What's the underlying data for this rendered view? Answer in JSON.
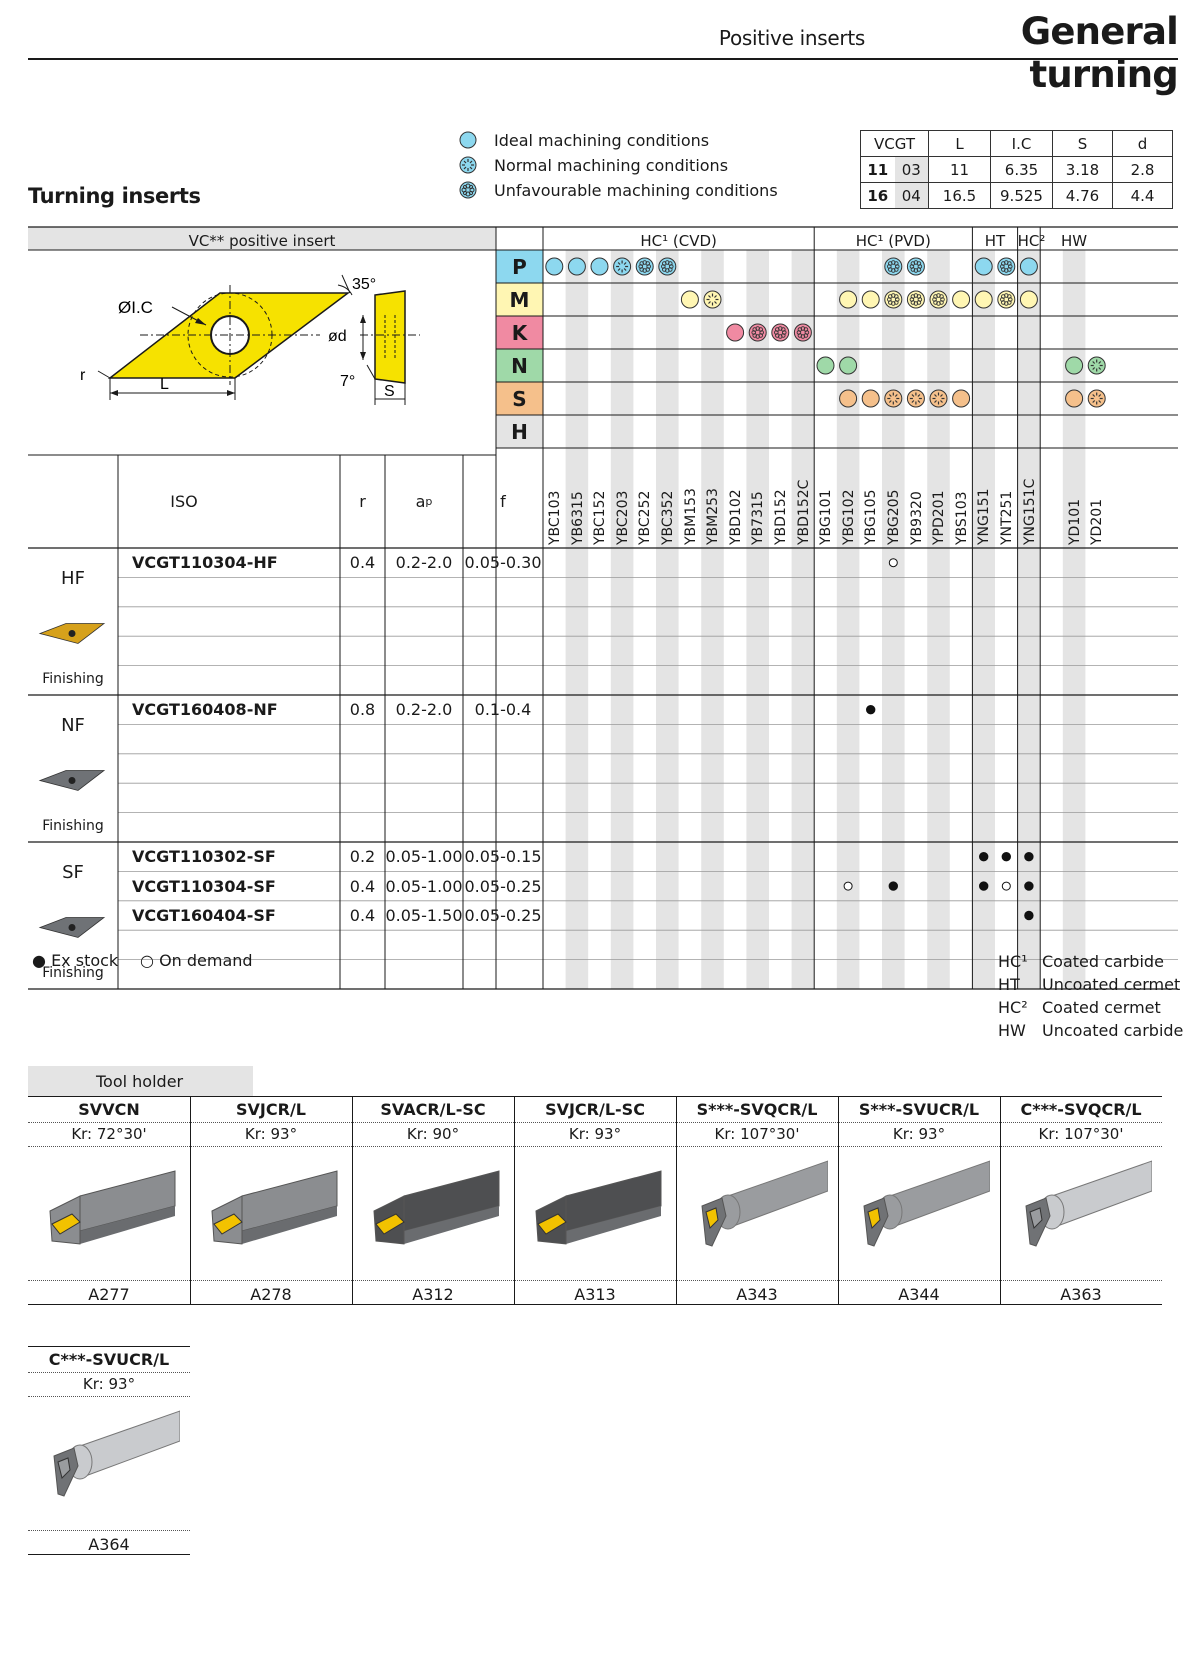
{
  "header": {
    "subtitle": "Positive inserts",
    "title": "General turning"
  },
  "section_title": "Turning inserts",
  "legend": [
    {
      "icon": "circle-plain",
      "label": "Ideal machining conditions"
    },
    {
      "icon": "circle-sun",
      "label": "Normal machining conditions"
    },
    {
      "icon": "circle-flower",
      "label": "Unfavourable machining conditions"
    }
  ],
  "dimensions": {
    "headers": [
      "VCGT",
      "L",
      "I.C",
      "S",
      "d"
    ],
    "rows": [
      {
        "code_a": "11",
        "code_b": "03",
        "L": "11",
        "IC": "6.35",
        "S": "3.18",
        "d": "2.8"
      },
      {
        "code_a": "16",
        "code_b": "04",
        "L": "16.5",
        "IC": "9.525",
        "S": "4.76",
        "d": "4.4"
      }
    ]
  },
  "insert_panel": {
    "title": "VC** positive insert",
    "labels": {
      "ic": "ØI.C",
      "angle": "35°",
      "d": "ød",
      "clearance": "7°",
      "r": "r",
      "L": "L",
      "S": "S"
    }
  },
  "families": [
    {
      "label": "HC¹ (CVD)"
    },
    {
      "label": "HC¹ (PVD)"
    },
    {
      "label": "HT"
    },
    {
      "label": "HC²"
    },
    {
      "label": "HW"
    }
  ],
  "grades": [
    "YBC103",
    "YB6315",
    "YBC152",
    "YBC203",
    "YBC252",
    "YBC352",
    "YBM153",
    "YBM253",
    "YBD102",
    "YB7315",
    "YBD152",
    "YBD152C",
    "YBG101",
    "YBG102",
    "YBG105",
    "YBG205",
    "YB9320",
    "YPD201",
    "YBS103",
    "YNG151",
    "YNT251",
    "YNG151C",
    "",
    "YD101",
    "YD201"
  ],
  "colors": {
    "P": "#8dd8ef",
    "M": "#fff6b3",
    "K": "#f08aa2",
    "N": "#9fd9a8",
    "S": "#f5c08b",
    "H": "#e4e4e4",
    "yellow_insert": "#f6e200",
    "grey": "#e4e4e4"
  },
  "materials": [
    {
      "letter": "P",
      "marks": [
        [
          0,
          "plain"
        ],
        [
          1,
          "plain"
        ],
        [
          2,
          "plain"
        ],
        [
          3,
          "sun"
        ],
        [
          4,
          "flower"
        ],
        [
          5,
          "flower"
        ],
        [
          15,
          "flower"
        ],
        [
          16,
          "flower"
        ],
        [
          19,
          "plain"
        ],
        [
          20,
          "flower"
        ],
        [
          21,
          "plain"
        ]
      ]
    },
    {
      "letter": "M",
      "marks": [
        [
          6,
          "plain"
        ],
        [
          7,
          "sun"
        ],
        [
          13,
          "plain"
        ],
        [
          14,
          "plain"
        ],
        [
          15,
          "flower"
        ],
        [
          16,
          "flower"
        ],
        [
          17,
          "flower"
        ],
        [
          18,
          "plain"
        ],
        [
          19,
          "plain"
        ],
        [
          20,
          "flower"
        ],
        [
          21,
          "plain"
        ]
      ]
    },
    {
      "letter": "K",
      "marks": [
        [
          8,
          "plain"
        ],
        [
          9,
          "flower"
        ],
        [
          10,
          "flower"
        ],
        [
          11,
          "flower"
        ]
      ]
    },
    {
      "letter": "N",
      "marks": [
        [
          12,
          "plain"
        ],
        [
          13,
          "plain"
        ],
        [
          23,
          "plain"
        ],
        [
          24,
          "sun"
        ]
      ]
    },
    {
      "letter": "S",
      "marks": [
        [
          13,
          "plain"
        ],
        [
          14,
          "plain"
        ],
        [
          15,
          "sun"
        ],
        [
          16,
          "sun"
        ],
        [
          17,
          "sun"
        ],
        [
          18,
          "plain"
        ],
        [
          23,
          "plain"
        ],
        [
          24,
          "sun"
        ]
      ]
    },
    {
      "letter": "H",
      "marks": []
    }
  ],
  "table_headers": {
    "iso": "ISO",
    "r": "r",
    "ap": "a",
    "ap_sub": "p",
    "f": "f"
  },
  "groups": [
    {
      "code": "HF",
      "caption": "Finishing",
      "rows": [
        {
          "iso": "VCGT110304-HF",
          "r": "0.4",
          "ap": "0.2-2.0",
          "f": "0.05-0.30",
          "stock": [
            [
              15,
              "demand"
            ]
          ]
        },
        {
          "iso": "",
          "r": "",
          "ap": "",
          "f": "",
          "stock": []
        },
        {
          "iso": "",
          "r": "",
          "ap": "",
          "f": "",
          "stock": []
        },
        {
          "iso": "",
          "r": "",
          "ap": "",
          "f": "",
          "stock": []
        },
        {
          "iso": "",
          "r": "",
          "ap": "",
          "f": "",
          "stock": []
        }
      ]
    },
    {
      "code": "NF",
      "caption": "Finishing",
      "rows": [
        {
          "iso": "VCGT160408-NF",
          "r": "0.8",
          "ap": "0.2-2.0",
          "f": "0.1-0.4",
          "stock": [
            [
              14,
              "stock"
            ]
          ]
        },
        {
          "iso": "",
          "r": "",
          "ap": "",
          "f": "",
          "stock": []
        },
        {
          "iso": "",
          "r": "",
          "ap": "",
          "f": "",
          "stock": []
        },
        {
          "iso": "",
          "r": "",
          "ap": "",
          "f": "",
          "stock": []
        },
        {
          "iso": "",
          "r": "",
          "ap": "",
          "f": "",
          "stock": []
        }
      ]
    },
    {
      "code": "SF",
      "caption": "Finishing",
      "rows": [
        {
          "iso": "VCGT110302-SF",
          "r": "0.2",
          "ap": "0.05-1.00",
          "f": "0.05-0.15",
          "stock": [
            [
              19,
              "stock"
            ],
            [
              20,
              "stock"
            ],
            [
              21,
              "stock"
            ]
          ]
        },
        {
          "iso": "VCGT110304-SF",
          "r": "0.4",
          "ap": "0.05-1.00",
          "f": "0.05-0.25",
          "stock": [
            [
              13,
              "demand"
            ],
            [
              15,
              "stock"
            ],
            [
              19,
              "stock"
            ],
            [
              20,
              "demand"
            ],
            [
              21,
              "stock"
            ]
          ]
        },
        {
          "iso": "VCGT160404-SF",
          "r": "0.4",
          "ap": "0.05-1.50",
          "f": "0.05-0.25",
          "stock": [
            [
              21,
              "stock"
            ]
          ]
        },
        {
          "iso": "",
          "r": "",
          "ap": "",
          "f": "",
          "stock": []
        },
        {
          "iso": "",
          "r": "",
          "ap": "",
          "f": "",
          "stock": []
        }
      ]
    }
  ],
  "footer": {
    "ex_stock": "Ex stock",
    "on_demand": "On demand",
    "key": [
      {
        "k": "HC¹",
        "v": "Coated carbide"
      },
      {
        "k": "HT",
        "v": "Uncoated cermet"
      },
      {
        "k": "HC²",
        "v": "Coated cermet"
      },
      {
        "k": "HW",
        "v": "Uncoated carbide"
      }
    ]
  },
  "tool_holder": {
    "title": "Tool holder",
    "items": [
      {
        "name": "SVVCN",
        "kr": "Kr: 72°30'",
        "ref": "A277",
        "kind": "external"
      },
      {
        "name": "SVJCR/L",
        "kr": "Kr: 93°",
        "ref": "A278",
        "kind": "external"
      },
      {
        "name": "SVACR/L-SC",
        "kr": "Kr: 90°",
        "ref": "A312",
        "kind": "external-dark"
      },
      {
        "name": "SVJCR/L-SC",
        "kr": "Kr: 93°",
        "ref": "A313",
        "kind": "external-dark"
      },
      {
        "name": "S***-SVQCR/L",
        "kr": "Kr: 107°30'",
        "ref": "A343",
        "kind": "boring"
      },
      {
        "name": "S***-SVUCR/L",
        "kr": "Kr: 93°",
        "ref": "A344",
        "kind": "boring"
      },
      {
        "name": "C***-SVQCR/L",
        "kr": "Kr: 107°30'",
        "ref": "A363",
        "kind": "boring-silver"
      },
      {
        "name": "C***-SVUCR/L",
        "kr": "Kr: 93°",
        "ref": "A364",
        "kind": "boring-silver"
      }
    ]
  }
}
